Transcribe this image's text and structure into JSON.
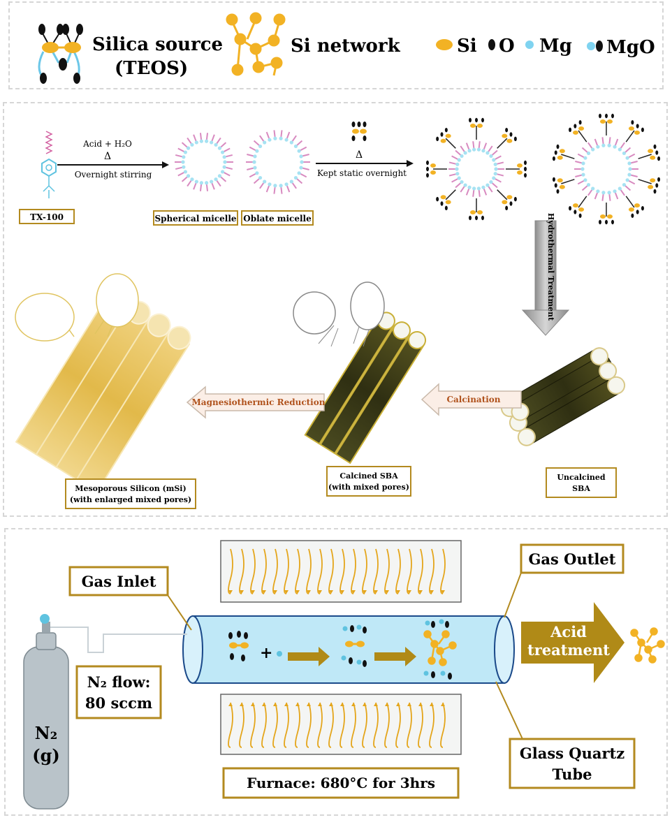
{
  "legend": {
    "silica_source": "Silica source",
    "teos": "(TEOS)",
    "si_network": "Si network",
    "si": "Si",
    "o": "O",
    "mg": "Mg",
    "mgo": "MgO"
  },
  "synthesis": {
    "acid_water": "Acid + H₂O",
    "delta": "Δ",
    "overnight_stirring": "Overnight stirring",
    "kept_static": "Kept static overnight",
    "tx100": "TX-100",
    "spherical_micelle": "Spherical micelle",
    "oblate_micelle": "Oblate micelle",
    "hydrothermal": "Hydrothermal Treatment",
    "calcination": "Calcination",
    "magnesiothermic": "Magnesiothermic  Reduction",
    "uncalcined_line1": "Uncalcined",
    "uncalcined_line2": "SBA",
    "calcined_line1": "Calcined SBA",
    "calcined_line2": "(with mixed pores)",
    "msi_line1": "Mesoporous Silicon (mSi)",
    "msi_line2": "(with enlarged mixed pores)"
  },
  "furnace": {
    "gas_inlet": "Gas Inlet",
    "gas_outlet": "Gas Outlet",
    "n2_flow_line1": "N₂ flow:",
    "n2_flow_line2": "80 sccm",
    "n2_line1": "N₂",
    "n2_line2": "(g)",
    "acid_line1": "Acid",
    "acid_line2": "treatment",
    "glass_line1": "Glass Quartz",
    "glass_line2": "Tube",
    "furnace_label": "Furnace: 680°C for 3hrs",
    "plus": "+"
  },
  "colors": {
    "si": "#f2b224",
    "o": "#111111",
    "mg": "#7fd3f0",
    "gold": "#b8901a",
    "arrow_gold": "#b08a17",
    "tube": "#bfe8f7",
    "cylinder": "#b9c3c9",
    "label_border": "#b38a1f"
  }
}
